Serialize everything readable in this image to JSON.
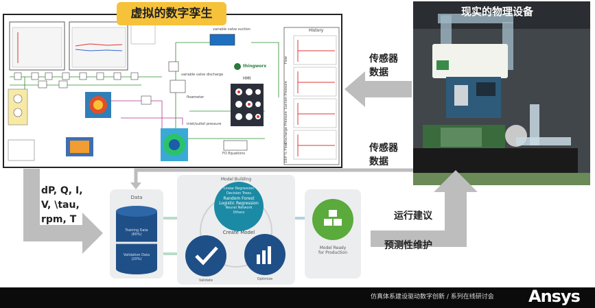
{
  "twin": {
    "title": "虚拟的数字孪生",
    "subtitle_history": "History",
    "thingworx": "thingworx",
    "hmi": "HMI",
    "labels": {
      "valve_suction": "variable valve suction",
      "valve_discharge": "variable valve discharge",
      "flowmeter": "flowmeter",
      "inlet_outlet_pressure": "inlet/outlet pressure",
      "fo_equations": "FO Equations"
    },
    "history_axes": [
      "Flow",
      "Suction Pressure",
      "Discharge Pressure",
      "DEP % Flow"
    ]
  },
  "physical": {
    "title": "现实的物理设备"
  },
  "arrows": {
    "sensor_data_1": [
      "传感器",
      "数据"
    ],
    "sensor_data_2": [
      "传感器",
      "数据"
    ],
    "variables": [
      "dP, Q, I,",
      "V, \\tau,",
      "rpm, T"
    ],
    "ops_advice": "运行建议",
    "predictive_maintenance": "预测性维护"
  },
  "flow": {
    "data": "Data",
    "training_data": "Training Data",
    "training_data_pct": "(80%)",
    "validation_data": "Validation Data",
    "validation_data_pct": "(20%)",
    "model_building": "Model Building",
    "models": [
      "Linear Regression",
      "Decision Trees",
      "Random Forest",
      "Logistic Regression",
      "Neural Network",
      "Others"
    ],
    "create_model": "Create Model",
    "validate": "Validate",
    "optimize": "Optimize",
    "model_ready": "Model Ready\nfor Production"
  },
  "footer": {
    "text": "仿真体系建设驱动数字创新 / 系列在线研讨会",
    "brand": "Ansys"
  },
  "colors": {
    "accent_yellow": "#f6c23a",
    "teal": "#1b8aa5",
    "navy": "#1f4f87",
    "green": "#5aaa3c",
    "arrow_gray": "#b9b9b9"
  }
}
